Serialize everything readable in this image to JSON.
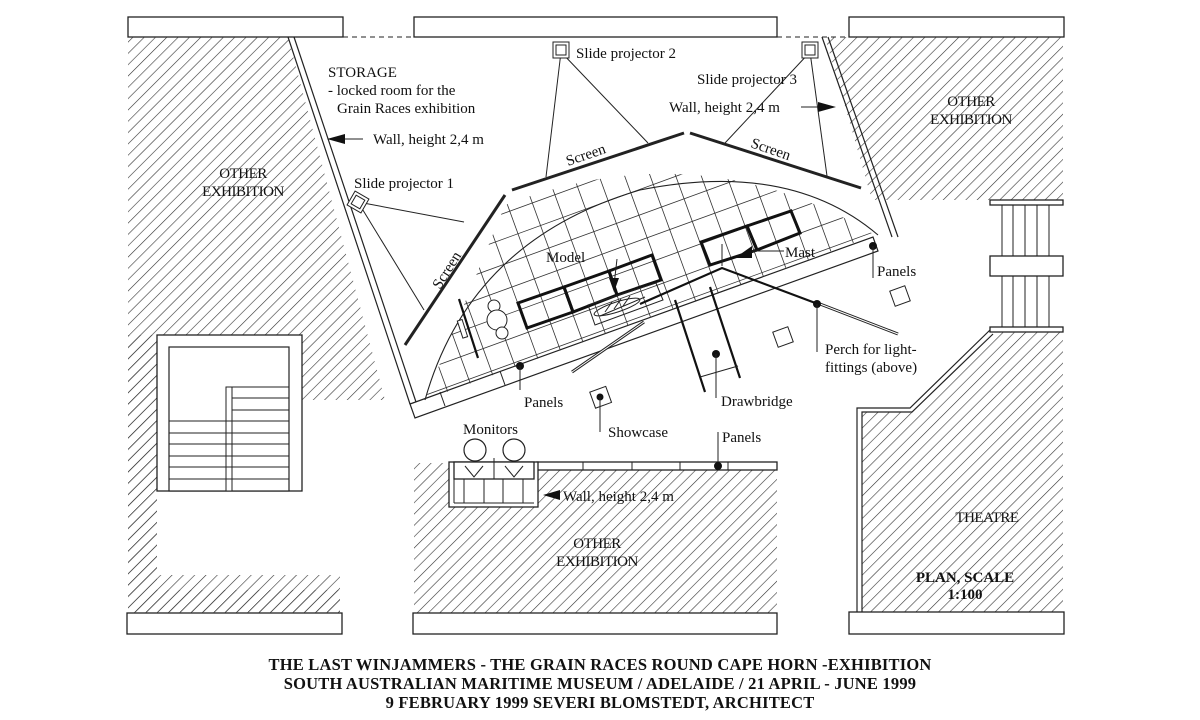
{
  "rooms": {
    "other_exhibition_left": [
      "OTHER",
      "EXHIBITION"
    ],
    "other_exhibition_right": [
      "OTHER",
      "EXHIBITION"
    ],
    "other_exhibition_bottom": [
      "OTHER",
      "EXHIBITION"
    ],
    "theatre": "THEATRE",
    "storage": {
      "title": "STORAGE",
      "line2": "- locked room for  the",
      "line3": "Grain Races exhibition"
    }
  },
  "labels": {
    "wall_left": "Wall, height 2,4 m",
    "wall_right": "Wall, height 2,4 m",
    "wall_bottom": "Wall, height 2,4 m",
    "projector_1": "Slide projector 1",
    "projector_2": "Slide projector 2",
    "projector_3": "Slide projector 3",
    "screen_left": "Screen",
    "screen_mid": "Screen",
    "screen_right": "Screen",
    "model": "Model",
    "mast": "Mast",
    "panels_right": "Panels",
    "panels_left": "Panels",
    "panels_bottom": "Panels",
    "perch_line1": "Perch for light-",
    "perch_line2": "fittings (above)",
    "drawbridge": "Drawbridge",
    "showcase": "Showcase",
    "monitors": "Monitors"
  },
  "plan_scale": {
    "line1": "PLAN, SCALE",
    "line2": "1:100"
  },
  "caption": {
    "line1": "THE LAST WINJAMMERS - THE GRAIN RACES ROUND CAPE HORN -EXHIBITION",
    "line2": "SOUTH AUSTRALIAN MARITIME MUSEUM / ADELAIDE / 21 APRIL  -  JUNE 1999",
    "line3": "9 FEBRUARY 1999 SEVERI BLOMSTEDT, ARCHITECT"
  }
}
